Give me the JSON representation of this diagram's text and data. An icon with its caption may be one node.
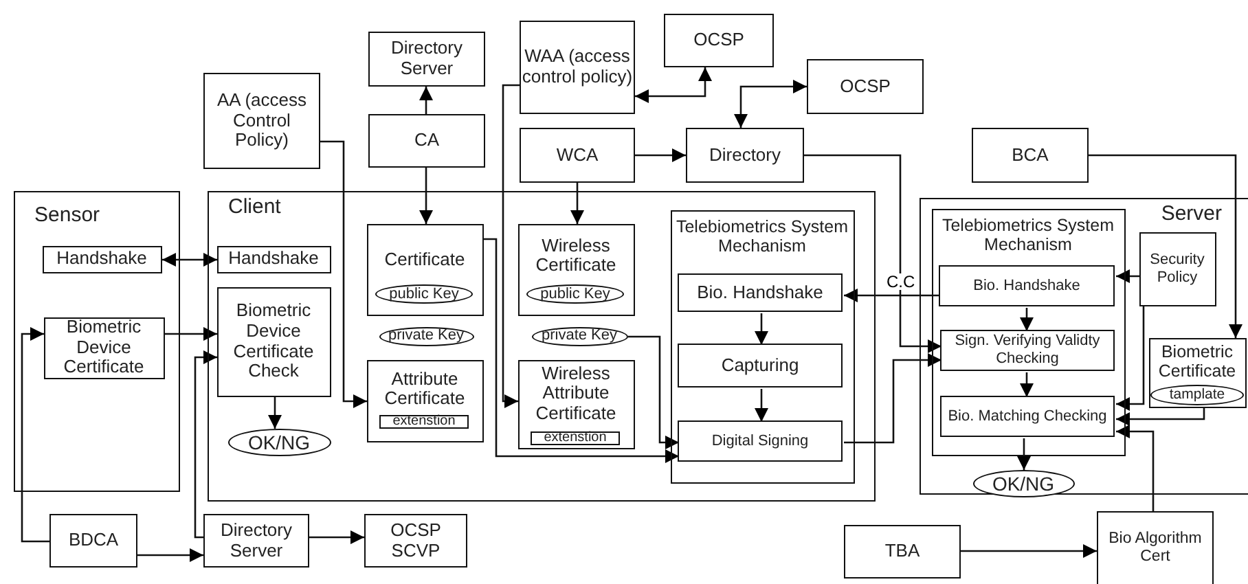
{
  "diagram": {
    "nodes": [
      {
        "text": [
          "Sensor"
        ]
      },
      {
        "text": [
          "Handshake"
        ],
        "in": 0
      },
      {
        "text": [
          "Biometric Device Certificate"
        ],
        "in": 0
      },
      {
        "text": [
          "Client"
        ]
      },
      {
        "text": [
          "Handshake"
        ],
        "in": 3
      },
      {
        "text": [
          "Biometric Device Certificate Check"
        ],
        "in": 3
      },
      {
        "text": [
          "OK/NG"
        ],
        "in": 3
      },
      {
        "text": [
          "Certificate"
        ],
        "in": 3
      },
      {
        "text": [
          "public Key"
        ],
        "in": 7
      },
      {
        "text": [
          "private Key"
        ],
        "in": 3
      },
      {
        "text": [
          "Attribute Certificate"
        ],
        "in": 3
      },
      {
        "text": [
          "extenstion"
        ],
        "in": 10
      },
      {
        "text": [
          "Wireless Certificate"
        ],
        "in": 3
      },
      {
        "text": [
          "public Key"
        ],
        "in": 12
      },
      {
        "text": [
          "private Key"
        ],
        "in": 3
      },
      {
        "text": [
          "Wireless Attribute Certificate"
        ],
        "in": 3
      },
      {
        "text": [
          "extenstion"
        ],
        "in": 15
      },
      {
        "text": [
          "Telebiometrics System Mechanism"
        ],
        "in": 3
      },
      {
        "text": [
          "Bio. Handshake"
        ],
        "in": 17
      },
      {
        "text": [
          "Capturing"
        ],
        "in": 17
      },
      {
        "text": [
          "Digital Signing"
        ],
        "in": 17
      },
      {
        "text": [
          "AA (access Control Policy)"
        ]
      },
      {
        "text": [
          "Directory Server"
        ]
      },
      {
        "text": [
          "CA"
        ]
      },
      {
        "text": [
          "WAA (access control policy)"
        ]
      },
      {
        "text": [
          "WCA"
        ]
      },
      {
        "text": [
          "OCSP"
        ]
      },
      {
        "text": [
          "OCSP"
        ]
      },
      {
        "text": [
          "Directory"
        ]
      },
      {
        "text": [
          "BCA"
        ]
      },
      {
        "text": [
          "Server"
        ]
      },
      {
        "text": [
          "Telebiometrics System Mechanism"
        ],
        "in": 30
      },
      {
        "text": [
          "Bio. Handshake"
        ],
        "in": 31
      },
      {
        "text": [
          "Sign. Verifying Validty Checking"
        ],
        "in": 31
      },
      {
        "text": [
          "Bio. Matching Checking"
        ],
        "in": 31
      },
      {
        "text": [
          "OK/NG"
        ],
        "in": 30
      },
      {
        "text": [
          "Security Policy"
        ],
        "in": 30
      },
      {
        "text": [
          "Biometric Certificate"
        ],
        "in": 30
      },
      {
        "text": [
          "tamplate"
        ],
        "in": 37
      },
      {
        "text": [
          "BDCA"
        ]
      },
      {
        "text": [
          "Directory Server"
        ]
      },
      {
        "text": [
          "OCSP SCVP"
        ]
      },
      {
        "text": [
          "TBA"
        ]
      },
      {
        "text": [
          "Bio Algorithm Cert"
        ]
      }
    ],
    "edges": [
      {
        "from": 1,
        "to": 4,
        "arrow": "both"
      },
      {
        "from": 2,
        "to": 5,
        "arrow": "to"
      },
      {
        "from": 39,
        "to": 2,
        "arrow": "to"
      },
      {
        "from": 39,
        "to": 40,
        "arrow": "to"
      },
      {
        "from": 40,
        "to": 5,
        "arrow": "to"
      },
      {
        "from": 40,
        "to": 41,
        "arrow": "to"
      },
      {
        "from": 5,
        "to": 6,
        "arrow": "to"
      },
      {
        "from": 21,
        "to": 10,
        "arrow": "to"
      },
      {
        "from": 23,
        "to": 22,
        "arrow": "to"
      },
      {
        "from": 23,
        "to": 7,
        "arrow": "to"
      },
      {
        "from": 7,
        "to": 20,
        "arrow": "to"
      },
      {
        "from": 24,
        "to": 15,
        "arrow": "to"
      },
      {
        "from": 24,
        "to": 26,
        "arrow": "both"
      },
      {
        "from": 28,
        "to": 27,
        "arrow": "both"
      },
      {
        "from": 25,
        "to": 12,
        "arrow": "to"
      },
      {
        "from": 25,
        "to": 28,
        "arrow": "to"
      },
      {
        "from": 14,
        "to": 20,
        "arrow": "to"
      },
      {
        "from": 18,
        "to": 19,
        "arrow": "to"
      },
      {
        "from": 19,
        "to": 20,
        "arrow": "to"
      },
      {
        "from": 32,
        "to": 18,
        "arrow": "to"
      },
      {
        "from": 28,
        "to": 33,
        "arrow": "to",
        "label": "C.C"
      },
      {
        "from": 20,
        "to": 33,
        "arrow": "to"
      },
      {
        "from": 32,
        "to": 33,
        "arrow": "to"
      },
      {
        "from": 33,
        "to": 34,
        "arrow": "to"
      },
      {
        "from": 34,
        "to": 35,
        "arrow": "to"
      },
      {
        "from": 36,
        "to": 32,
        "arrow": "to"
      },
      {
        "from": 36,
        "to": 34,
        "arrow": "to"
      },
      {
        "from": 29,
        "to": 37,
        "arrow": "to"
      },
      {
        "from": 38,
        "to": 34,
        "arrow": "to"
      },
      {
        "from": 43,
        "to": 34,
        "arrow": "to"
      },
      {
        "from": 42,
        "to": 43,
        "arrow": "to"
      }
    ]
  }
}
